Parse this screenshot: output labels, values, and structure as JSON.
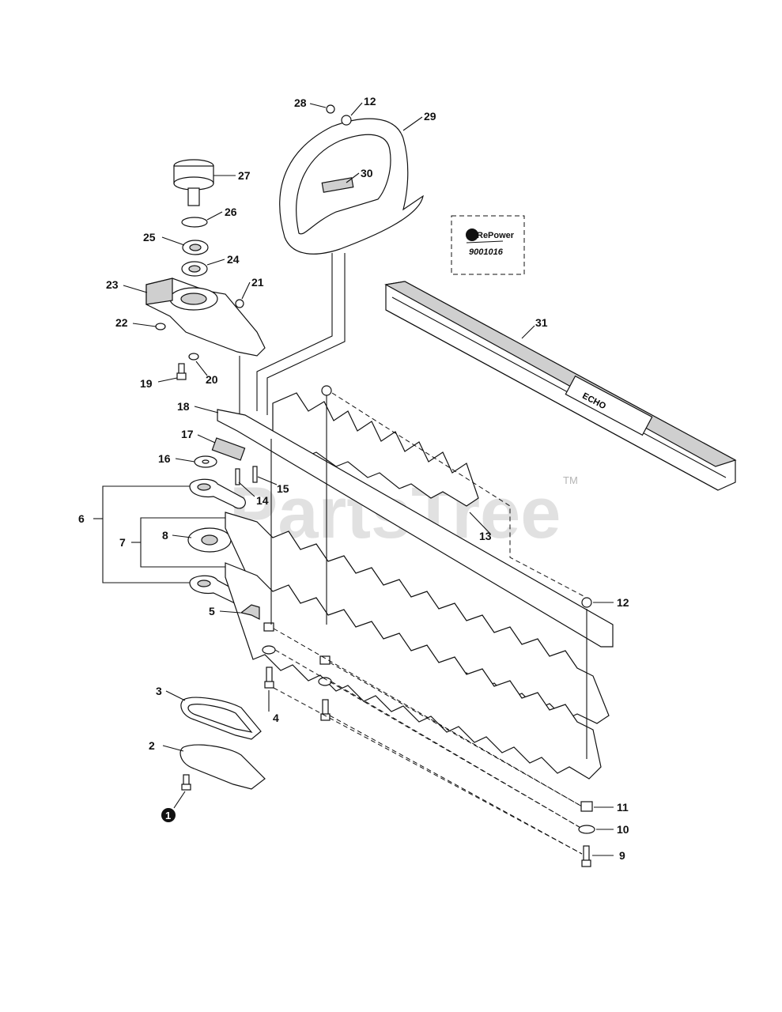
{
  "watermark": {
    "text": "PartsTree",
    "trademark": "TM"
  },
  "repower_box": {
    "label": "RePower",
    "code": "9001016"
  },
  "circled_callout": "1",
  "callouts": {
    "c2": "2",
    "c3": "3",
    "c4": "4",
    "c5": "5",
    "c6": "6",
    "c7": "7",
    "c8": "8",
    "c9": "9",
    "c10": "10",
    "c11": "11",
    "c12a": "12",
    "c12b": "12",
    "c13": "13",
    "c14": "14",
    "c15": "15",
    "c16": "16",
    "c17": "17",
    "c18": "18",
    "c19": "19",
    "c20": "20",
    "c21": "21",
    "c22": "22",
    "c23": "23",
    "c24": "24",
    "c25": "25",
    "c26": "26",
    "c27": "27",
    "c28": "28",
    "c29": "29",
    "c30": "30",
    "c31": "31"
  },
  "colors": {
    "line": "#111111",
    "shade": "#cfcfcf",
    "watermark": "#c9c9c9"
  }
}
